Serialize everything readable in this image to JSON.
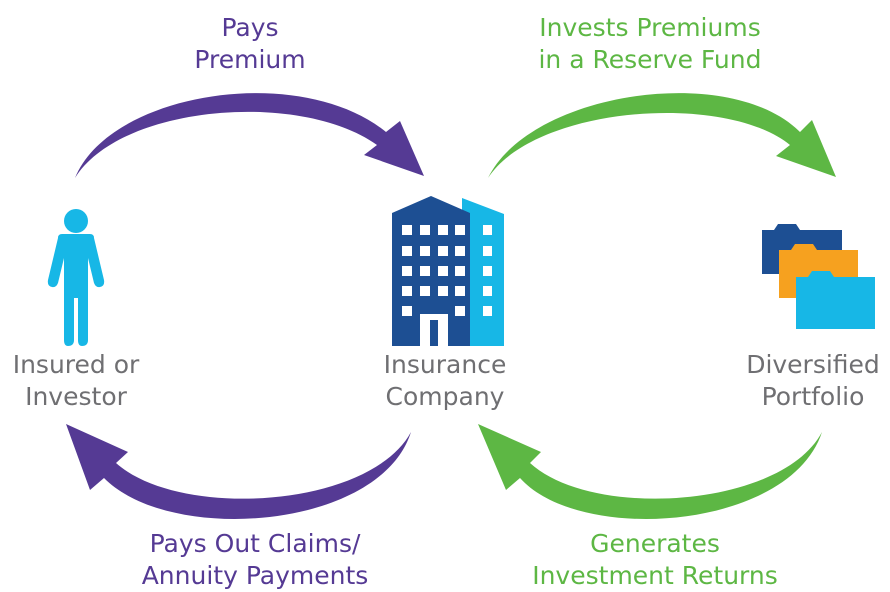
{
  "labels": {
    "pays_premium": [
      "Pays",
      "Premium"
    ],
    "invests_premiums": [
      "Invests Premiums",
      "in a Reserve Fund"
    ],
    "pays_out_claims": [
      "Pays Out Claims/",
      "Annuity Payments"
    ],
    "generates_returns": [
      "Generates",
      "Investment Returns"
    ]
  },
  "nodes": {
    "insured": [
      "Insured or",
      "Investor"
    ],
    "company": [
      "Insurance",
      "Company"
    ],
    "portfolio": [
      "Diversified",
      "Portfolio"
    ]
  },
  "colors": {
    "purple": "#553a94",
    "green": "#5db744",
    "gray": "#6f6f72",
    "cyan": "#17b7e6",
    "navy": "#1d4f93",
    "orange": "#f6a11f"
  },
  "icons": {
    "insured": "person-icon",
    "company": "building-icon",
    "portfolio": "folders-icon"
  }
}
